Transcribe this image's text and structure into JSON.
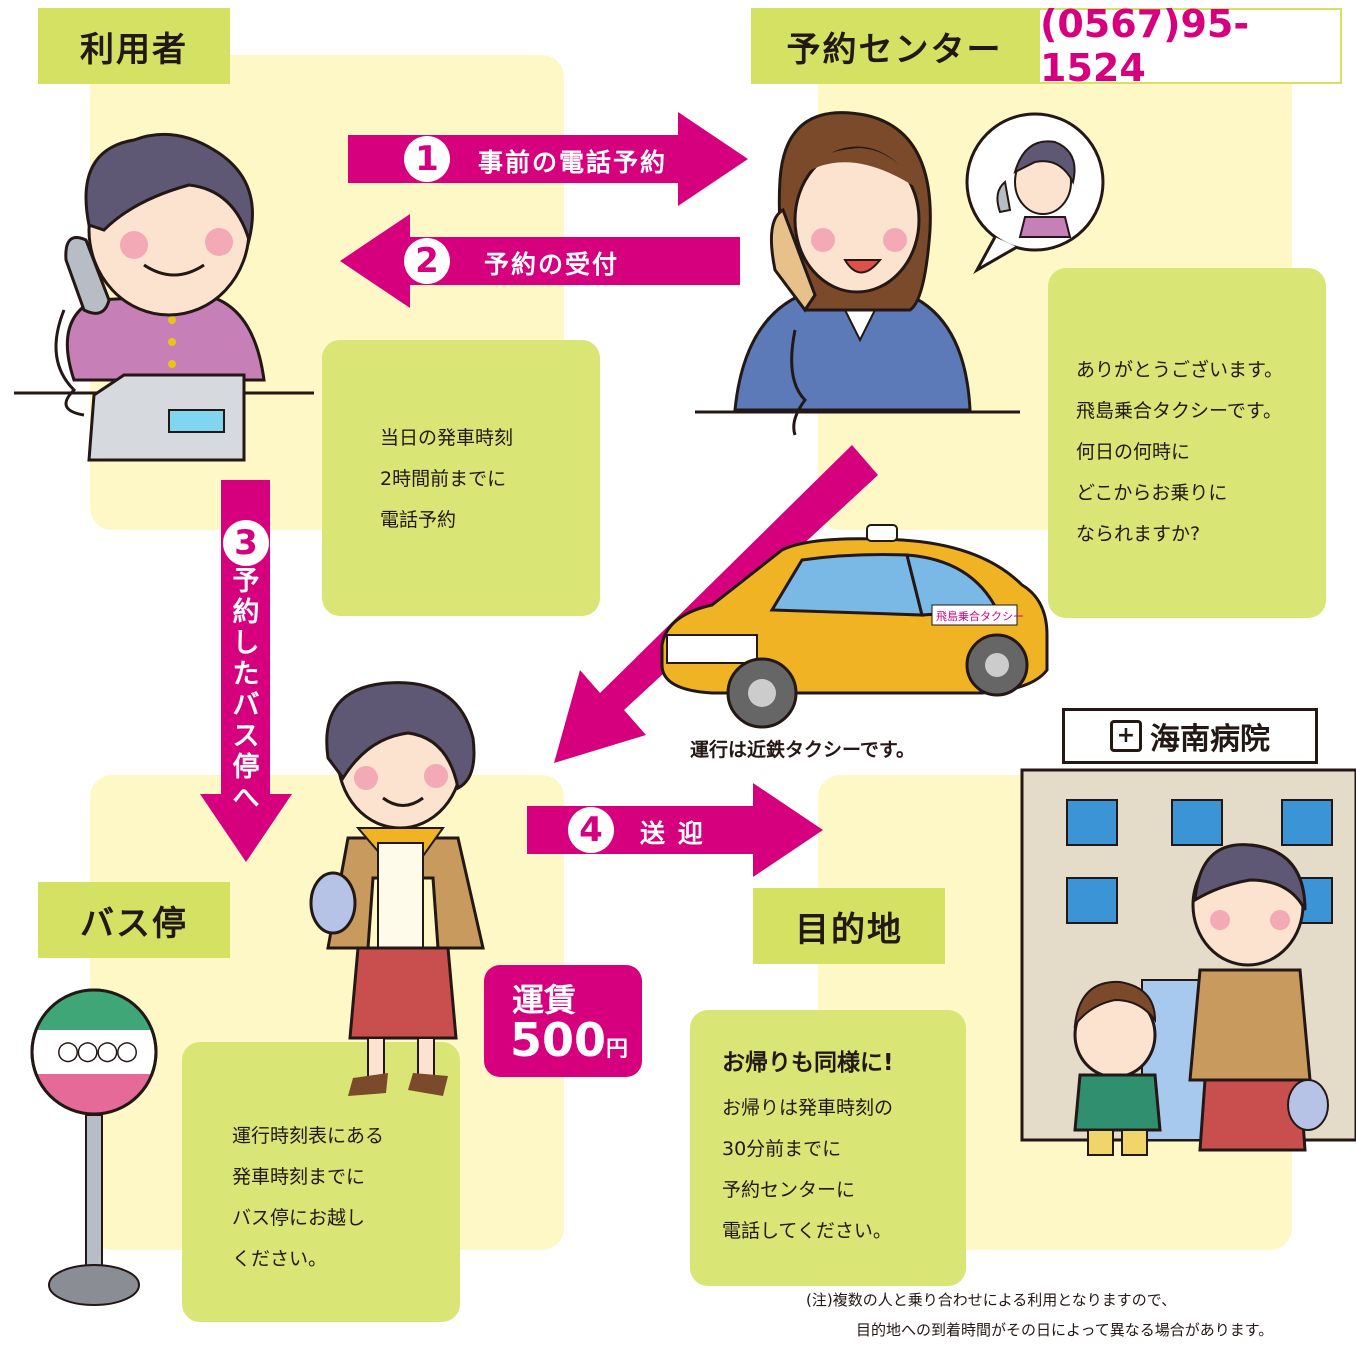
{
  "colors": {
    "magenta": "#d6007f",
    "label_green": "#d5e162",
    "note_green": "#d9e575",
    "zone_yellow": "#fdf8c6"
  },
  "labels": {
    "user": "利用者",
    "center": "予約センター",
    "phone": "(0567)95-1524",
    "bus_stop": "バス停",
    "destination": "目的地"
  },
  "steps": [
    {
      "num": "1",
      "text": "事前の電話予約"
    },
    {
      "num": "2",
      "text": "予約の受付"
    },
    {
      "num": "3",
      "text": [
        "予",
        "約",
        "し",
        "た",
        "バ",
        "ス",
        "停",
        "へ"
      ]
    },
    {
      "num": "4",
      "text": "送 迎"
    }
  ],
  "notes": {
    "user": [
      "当日の発車時刻",
      "2時間前までに",
      "電話予約"
    ],
    "center": [
      "ありがとうございます。",
      "飛島乗合タクシーです。",
      "何日の何時に",
      "どこからお乗りに",
      "なられますか?"
    ],
    "bus_stop": [
      "運行時刻表にある",
      "発車時刻までに",
      "バス停にお越し",
      "ください。"
    ],
    "destination_title": "お帰りも同様に!",
    "destination": [
      "お帰りは発車時刻の",
      "30分前までに",
      "予約センターに",
      "電話してください。"
    ]
  },
  "fare": {
    "label": "運賃",
    "amount": "500",
    "unit": "円"
  },
  "taxi": {
    "caption": "運行は近鉄タクシーです。",
    "door_text": "飛島乗合タクシー"
  },
  "hospital": {
    "sign": "海南病院"
  },
  "bus_sign_text": "○○○○",
  "footnote": [
    "(注)複数の人と乗り合わせによる利用となりますので、",
    "目的地への到着時間がその日によって異なる場合があります。"
  ]
}
